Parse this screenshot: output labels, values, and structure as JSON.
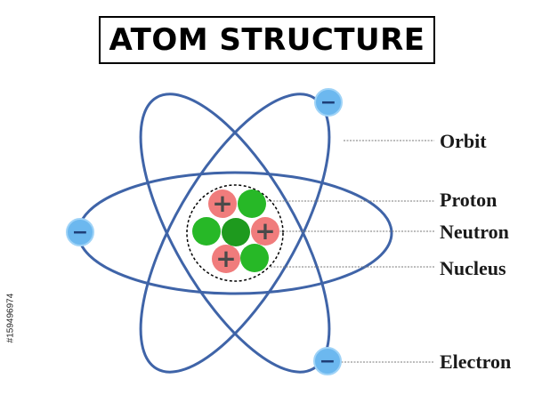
{
  "title": "ATOM STRUCTURE",
  "labels": {
    "orbit": "Orbit",
    "proton": "Proton",
    "neutron": "Neutron",
    "nucleus": "Nucleus",
    "electron": "Electron"
  },
  "stock_id": "#159496974",
  "symbols": {
    "electron": "−",
    "proton": "+"
  },
  "colors": {
    "orbit": "#3f64a8",
    "electron": "#6cb8ef",
    "electron_border": "#9fd3f7",
    "proton": "#f07c7c",
    "neutron": "#27b827",
    "neutron_dark": "#1e9a1e",
    "leader_line": "#7a7a7a"
  }
}
